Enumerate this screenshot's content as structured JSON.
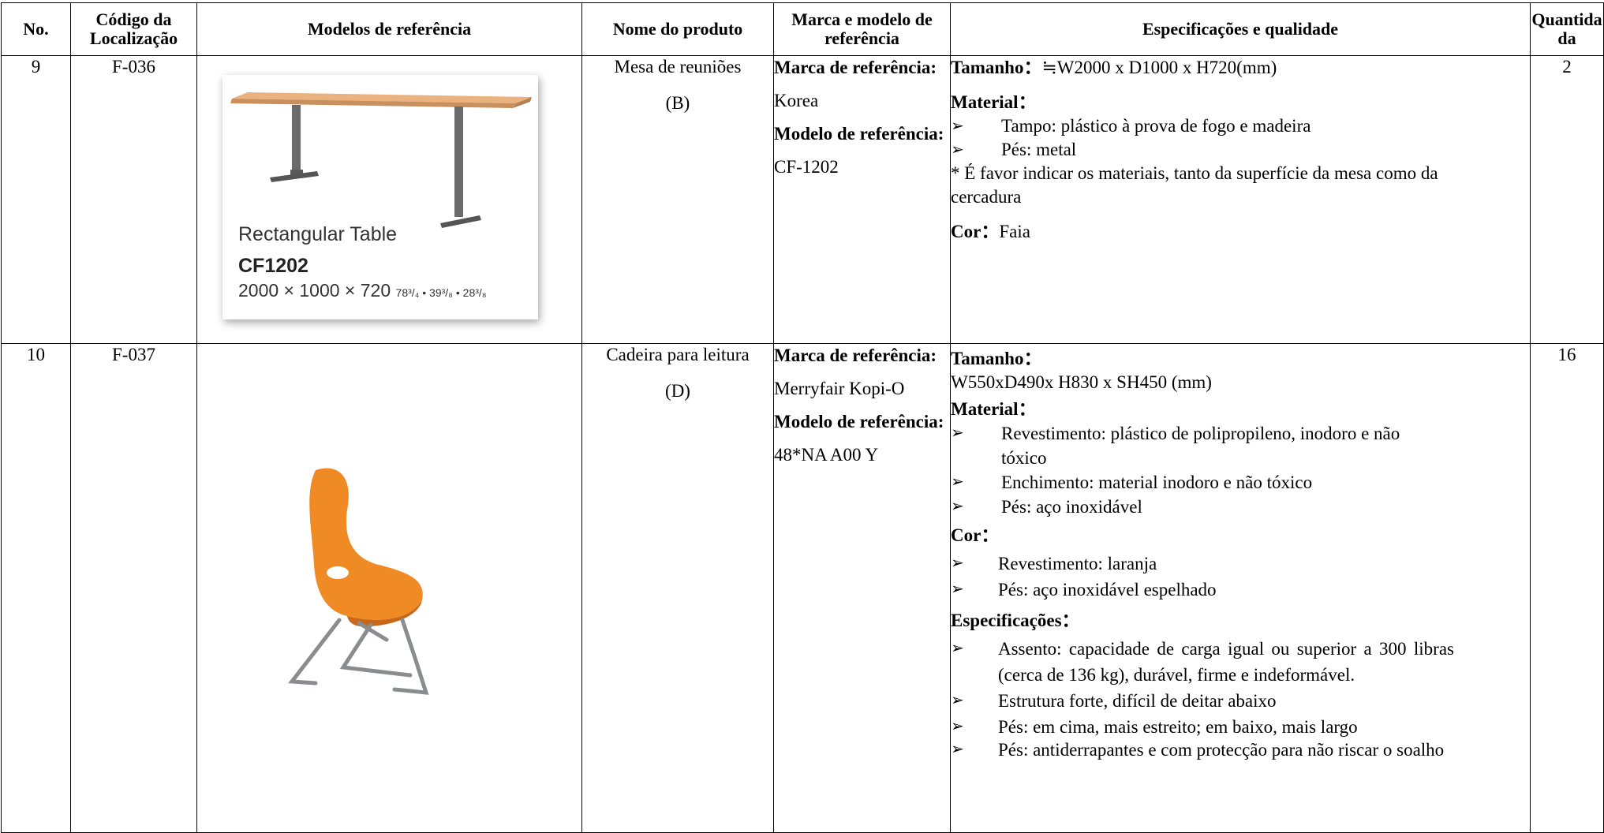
{
  "headers": {
    "no": "No.",
    "code": "Código da Localização",
    "models": "Modelos de referência",
    "product": "Nome do produto",
    "brand_model": "Marca e modelo de referência",
    "specs": "Especificações e qualidade",
    "qty": "Quantida da"
  },
  "rows": [
    {
      "no": "9",
      "code": "F-036",
      "product_name": "Mesa de reuniões",
      "variant": "(B)",
      "brand_label": "Marca de referência:",
      "brand": "Korea",
      "model_label": "Modelo de referência:",
      "model": "CF-1202",
      "image_caption_1": "Rectangular Table",
      "image_caption_2": "CF1202",
      "image_caption_3": "2000 × 1000 × 720",
      "image_caption_3_small": "78³/₄ • 39³/₈ • 28³/₈",
      "size_label": "Tamanho：",
      "size": "≒W2000 x D1000 x H720(mm)",
      "material_label": "Material：",
      "materials": [
        "Tampo: plástico à prova de fogo e madeira",
        "Pés: metal"
      ],
      "note": "* É favor indicar os materiais, tanto da superfície da mesa como da cercadura",
      "color_label": "Cor：",
      "color": "Faia",
      "qty": "2"
    },
    {
      "no": "10",
      "code": "F-037",
      "product_name": "Cadeira para leitura",
      "variant": "(D)",
      "brand_label": "Marca de referência:",
      "brand": "Merryfair Kopi-O",
      "model_label": "Modelo de referência:",
      "model": "48*NA A00 Y",
      "size_label": "Tamanho：",
      "size": "W550xD490x H830 x SH450 (mm)",
      "material_label": "Material：",
      "materials": [
        "Revestimento: plástico de polipropileno, inodoro e não tóxico",
        "Enchimento: material inodoro e não tóxico",
        "Pés: aço inoxidável"
      ],
      "color_label": "Cor：",
      "colors": [
        "Revestimento: laranja",
        "Pés: aço inoxidável espelhado"
      ],
      "spec_label": "Especificações：",
      "specs": [
        "Assento: capacidade de carga igual ou superior a 300 libras (cerca de 136 kg), durável, firme e indeformável.",
        "Estrutura forte, difícil de deitar abaixo",
        "Pés: em cima, mais estreito; em baixo, mais largo",
        "Pés: antiderrapantes e com protecção para não riscar o soalho"
      ],
      "qty": "16"
    }
  ],
  "bullet": "➢"
}
